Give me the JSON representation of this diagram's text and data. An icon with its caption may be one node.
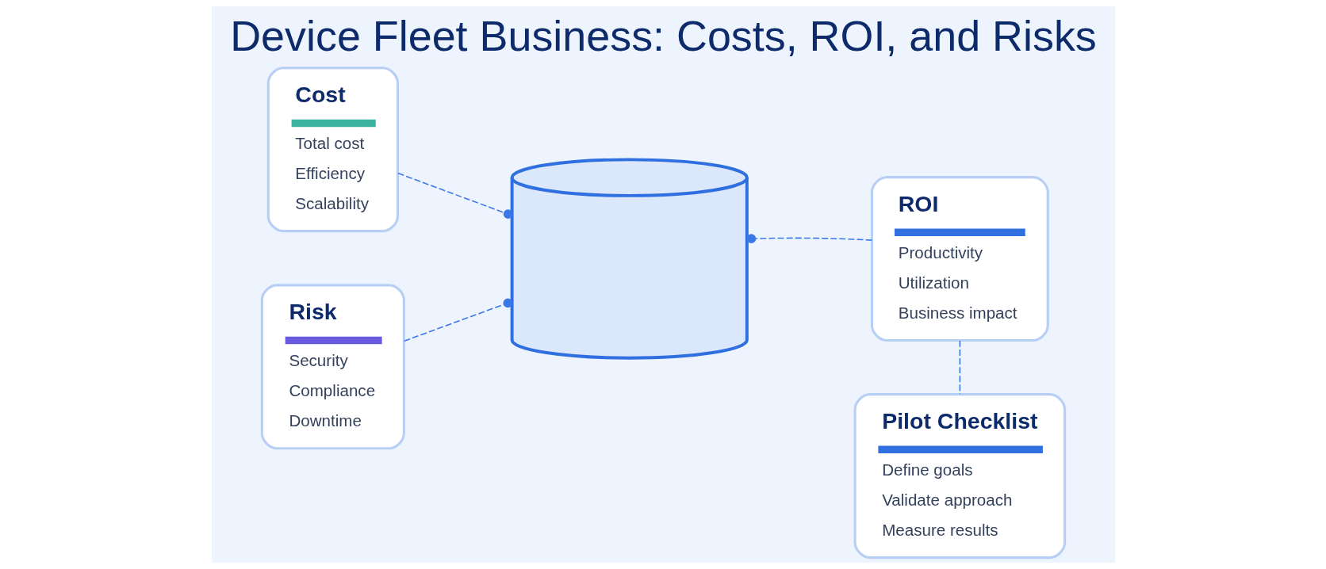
{
  "diagram": {
    "title": "Device Fleet Business: Costs, ROI, and Risks",
    "nodes": [
      {
        "text": [
          "Cost",
          "Total cost",
          "Efficiency",
          "Scalability"
        ]
      },
      {
        "text": [
          "ROI",
          "Productivity",
          "Utilization",
          "Business impact"
        ]
      },
      {
        "text": [
          "Risk",
          "Security",
          "Compliance",
          "Downtime"
        ]
      },
      {
        "text": [],
        "shape": "picture"
      },
      {
        "text": [
          "Pilot Checklist",
          "Define goals",
          "Validate approach",
          "Measure results"
        ]
      }
    ],
    "edges": [
      {
        "from": 0,
        "to": 3,
        "arrow": "other",
        "style": "dashed"
      },
      {
        "from": 1,
        "to": 3,
        "arrow": "other",
        "style": "dashed"
      },
      {
        "from": 2,
        "to": 3,
        "arrow": "other",
        "style": "dashed"
      },
      {
        "from": 1,
        "to": 4,
        "arrow": "none",
        "style": "dashed"
      }
    ]
  }
}
